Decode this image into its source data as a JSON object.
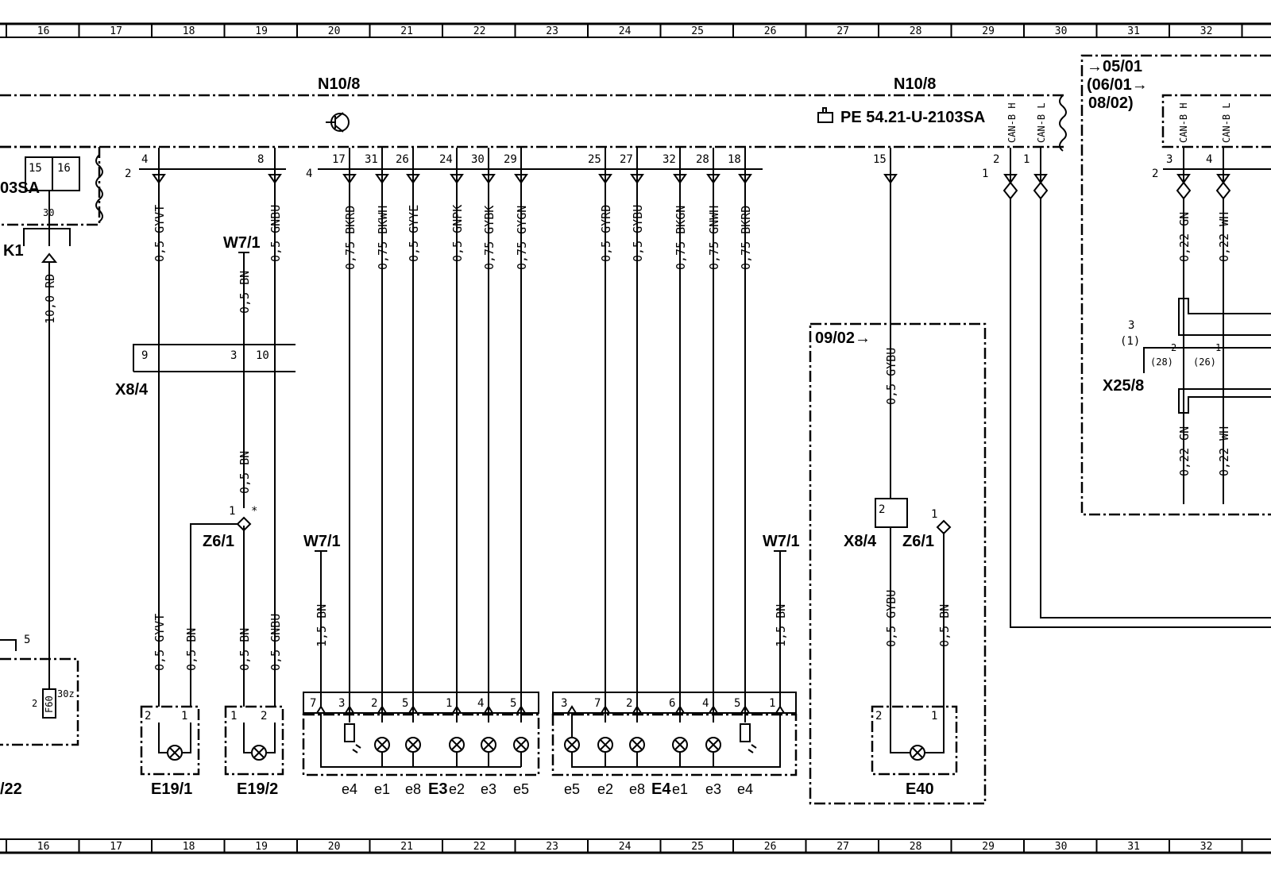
{
  "ruler": [
    "16",
    "17",
    "18",
    "19",
    "20",
    "21",
    "22",
    "23",
    "24",
    "25",
    "26",
    "27",
    "28",
    "29",
    "30",
    "31",
    "32"
  ],
  "components": {
    "n108_left": "N10/8",
    "n108_right": "N10/8",
    "pe_ref": "PE  54.21-U-2103SA",
    "sa_partial": "03SA",
    "k1": "K1",
    "x84_left": "X8/4",
    "x84_right": "X8/4",
    "w71_a": "W7/1",
    "w71_b": "W7/1",
    "w71_c": "W7/1",
    "z61_left": "Z6/1",
    "z61_right": "Z6/1",
    "e191": "E19/1",
    "e192": "E19/2",
    "e3": "E3",
    "e4": "E4",
    "e40": "E40",
    "x258": "X25/8",
    "f22_partial": "/22",
    "range_0902": "09/02→",
    "range_0501": "→05/01",
    "range_0601": "(06/01→",
    "range_0802": "08/02)"
  },
  "can_labels": [
    "CAN-B H",
    "CAN-B L",
    "CAN-B H",
    "CAN-B L"
  ],
  "wires": {
    "k1_supply": "10,0 RD",
    "gyvt_top": "0,5 GYVT",
    "gnbu_top": "0,5 GNBU",
    "bn_w71": "0,5 BN",
    "bn_mid": "0,5 BN",
    "e3_bkrd": "0,75 BKRD",
    "e3_bkwh": "0,75 BKWH",
    "e3_gyye": "0,5 GYYE",
    "e3_gnpk": "0,5 GNPK",
    "e3_gybk": "0,75 GYBK",
    "e3_gygn": "0,75 GYGN",
    "e4_gyrd": "0,5 GYRD",
    "e4_gybu": "0,5 GYBU",
    "e4_bkgn": "0,75 BKGN",
    "e4_gnwh": "0,75 GNWH",
    "e4_bkrd": "0,75 BKRD",
    "e40_gybu_top": "0,5 GYBU",
    "can_gn_top": "0,22 GN",
    "can_wh_top": "0,22 WH",
    "can_gn_bot": "0,22 GN",
    "can_wh_bot": "0,22 WH",
    "e191_gyvt": "0,5 GYVT",
    "e191_bn": "0,5 BN",
    "e192_bn": "0,5 BN",
    "e192_gnbu": "0,5 GNBU",
    "e3_feed": "1,5 BN",
    "e4_feed": "1,5 BN",
    "e40_gybu_bot": "0,5 GYBU",
    "e40_bn": "0,5 BN"
  },
  "pins": {
    "n_top": [
      "4",
      "8",
      "17",
      "31",
      "26",
      "24",
      "30",
      "29",
      "25",
      "27",
      "32",
      "28",
      "18",
      "15",
      "2",
      "1",
      "3",
      "4"
    ],
    "group_nums": [
      "2",
      "4",
      "1",
      "2"
    ],
    "sa_pins": [
      "15",
      "16",
      "30"
    ],
    "x84_pins": [
      "9",
      "3",
      "10"
    ],
    "x84r_pin": "2",
    "z6_pin": "1",
    "z6_star": "*",
    "z6r_pin": "1",
    "e19_pins": [
      "2",
      "1",
      "1",
      "2"
    ],
    "e3_pins": [
      "7",
      "3",
      "2",
      "5",
      "1",
      "4",
      "5"
    ],
    "e4_pins": [
      "3",
      "7",
      "2",
      "6",
      "4",
      "5",
      "1"
    ],
    "e40_pins": [
      "2",
      "1"
    ],
    "f22_pins": [
      "5",
      "2",
      "30z"
    ],
    "fuse": "F60",
    "x258_pins": [
      "3",
      "(1)",
      "2",
      "(28)",
      "1",
      "(26)"
    ]
  },
  "lamps": {
    "e3": [
      "e4",
      "e1",
      "e8",
      "e2",
      "e3",
      "e5"
    ],
    "e4": [
      "e5",
      "e2",
      "e8",
      "e1",
      "e3",
      "e4"
    ]
  },
  "icons": {
    "transistor": "transistor-symbol-icon",
    "hand": "hand-pointer-icon"
  }
}
